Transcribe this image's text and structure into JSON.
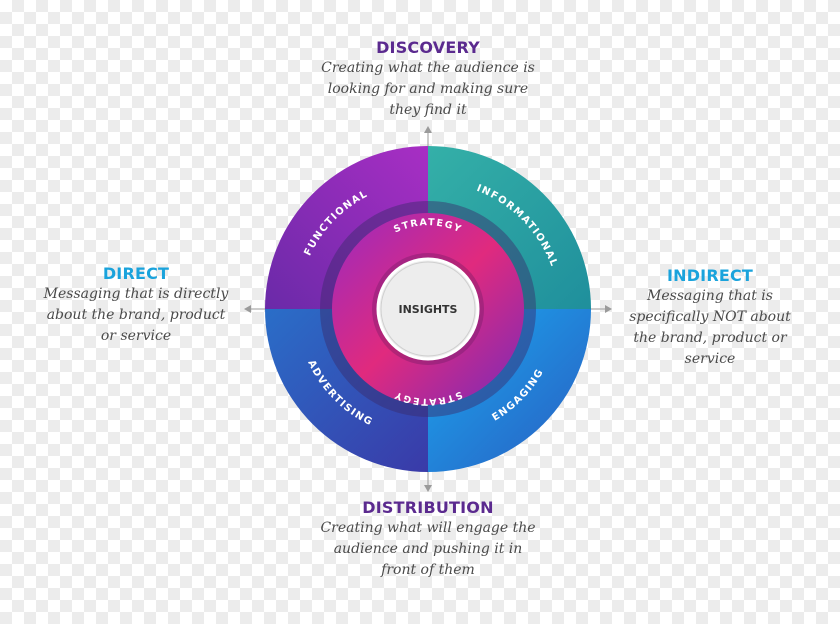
{
  "discovery": {
    "title": "DISCOVERY",
    "line1": "Creating what the audience is",
    "line2": "looking for and making sure",
    "line3": "they find it"
  },
  "distribution": {
    "title": "DISTRIBUTION",
    "line1": "Creating what will engage the",
    "line2": "audience and pushing it in",
    "line3": "front of them"
  },
  "direct": {
    "title": "DIRECT",
    "line1": "Messaging that is directly",
    "line2": "about the brand, product",
    "line3": "or service"
  },
  "indirect": {
    "title": "INDIRECT",
    "line1": "Messaging that is",
    "line2": "specifically NOT about",
    "line3": "the brand, product or",
    "line4": "service"
  },
  "wheel": {
    "quadrants": {
      "top_left": "FUNCTIONAL",
      "top_right": "INFORMATIONAL",
      "bottom_left": "ADVERTISING",
      "bottom_right": "ENGAGING"
    },
    "inner_top": "STRATEGY",
    "inner_bottom": "STRATEGY",
    "center": "INSIGHTS"
  },
  "colors": {
    "heading_purple": "#5b2a8f",
    "heading_blue": "#1aa3dc",
    "functional": "#8a2bb8",
    "informational": "#2aa3a6",
    "advertising": "#2a5cb8",
    "engaging": "#1e8fe0",
    "strategy_ring": "#d4287a"
  }
}
